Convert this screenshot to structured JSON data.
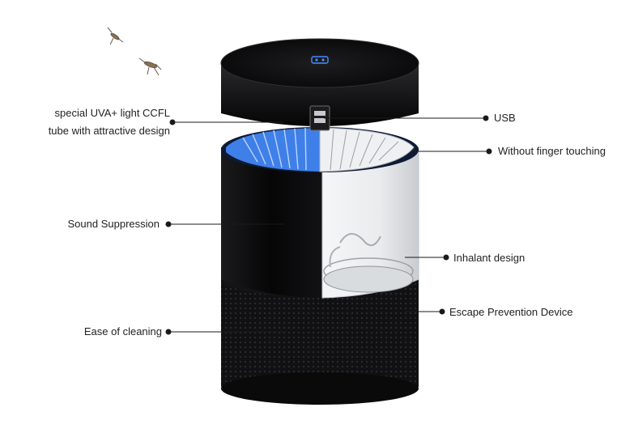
{
  "product": {
    "name_icon": "mosquito-lamp-product",
    "top_indicator_icon": "power-indicator-icon",
    "accent_color": "#4a8bff",
    "body_color": "#0b0b0c"
  },
  "callouts": {
    "uva_line1": "special UVA+ light CCFL",
    "uva_line2": "tube with attractive design",
    "sound": "Sound Suppression",
    "cleaning": "Ease of cleaning",
    "usb": "USB",
    "finger": "Without finger touching",
    "inhalant": "Inhalant design",
    "escape": "Escape Prevention Device"
  },
  "decor": {
    "insect_icon": "mosquito-icon"
  }
}
